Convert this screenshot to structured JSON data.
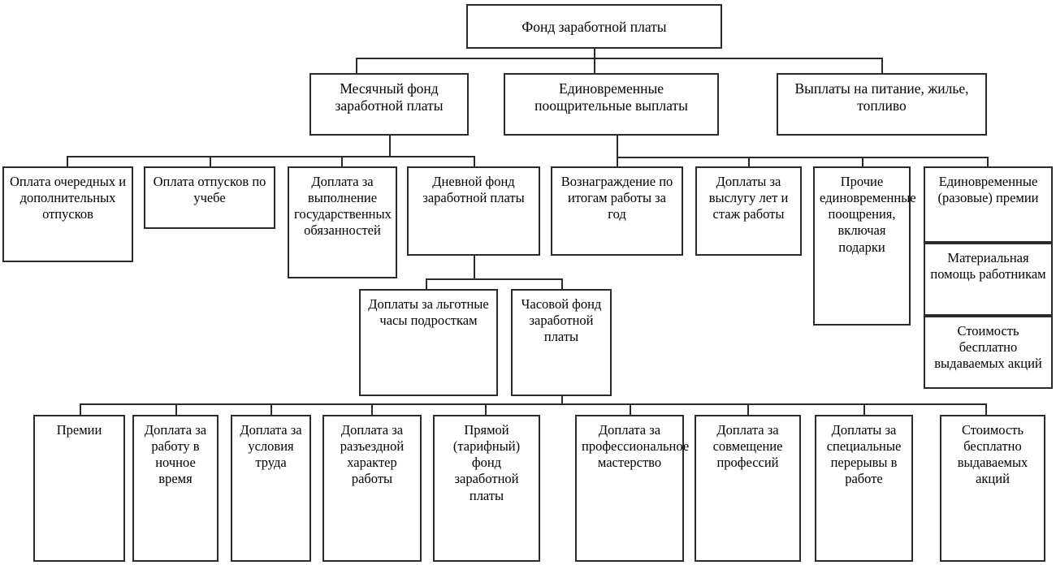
{
  "diagram": {
    "title": "Фонд заработной платы",
    "language": "ru",
    "type": "hierarchy-tree",
    "levels": 5
  },
  "nodes": {
    "root": {
      "label": "Фонд заработной платы"
    },
    "level2": [
      {
        "id": "monthly_fund",
        "label": "Месячный фонд заработной платы"
      },
      {
        "id": "one_time_incentive",
        "label": "Единовременные поощрительные выплаты"
      },
      {
        "id": "meals_housing_fuel",
        "label": "Выплаты на питание, жилье, топливо"
      }
    ],
    "level3_left": [
      {
        "id": "regular_leave",
        "label": "Оплата очередных и дополнительных отпусков"
      },
      {
        "id": "study_leave",
        "label": "Оплата отпусков по учебе"
      },
      {
        "id": "state_duties",
        "label": "Доплата за выполнение государственных обязанностей"
      },
      {
        "id": "daily_fund",
        "label": "Дневной фонд заработной платы"
      }
    ],
    "level3_right": [
      {
        "id": "annual_bonus",
        "label": "Вознаграждение по итогам работы за год"
      },
      {
        "id": "seniority_pay",
        "label": "Доплаты за выслугу лет и стаж работы"
      },
      {
        "id": "other_one_time",
        "label": "Прочие единовременные поощрения, включая подарки"
      }
    ],
    "stack_right": [
      {
        "id": "one_time_premiums",
        "label": "Единовременные (разовые) премии"
      },
      {
        "id": "material_aid",
        "label": "Материальная помощь работникам"
      },
      {
        "id": "free_shares_value",
        "label": "Стоимость бесплатно выдаваемых акций"
      }
    ],
    "level4": [
      {
        "id": "teen_hours",
        "label": "Доплаты за льготные часы подросткам"
      },
      {
        "id": "hourly_fund",
        "label": "Часовой фонд заработной платы"
      }
    ],
    "level5": [
      {
        "id": "bonuses",
        "label": "Премии"
      },
      {
        "id": "night_work",
        "label": "Доплата за работу в ночное время"
      },
      {
        "id": "working_conditions",
        "label": "Доплата за условия труда"
      },
      {
        "id": "travelling_nature",
        "label": "Доплата за разъездной характер работы"
      },
      {
        "id": "direct_tariff_fund",
        "label": "Прямой (тарифный) фонд заработной платы"
      },
      {
        "id": "professional_skill",
        "label": "Доплата за профессиональное мастерство"
      },
      {
        "id": "combining_professions",
        "label": "Доплата за совмещение профессий"
      },
      {
        "id": "special_breaks",
        "label": "Доплаты за специальные перерывы в работе"
      },
      {
        "id": "free_shares_cost",
        "label": "Стоимость бесплатно выдаваемых акций"
      }
    ]
  },
  "style": {
    "border_color": "#2b2b2b",
    "background": "#ffffff",
    "text_color": "#000000"
  }
}
